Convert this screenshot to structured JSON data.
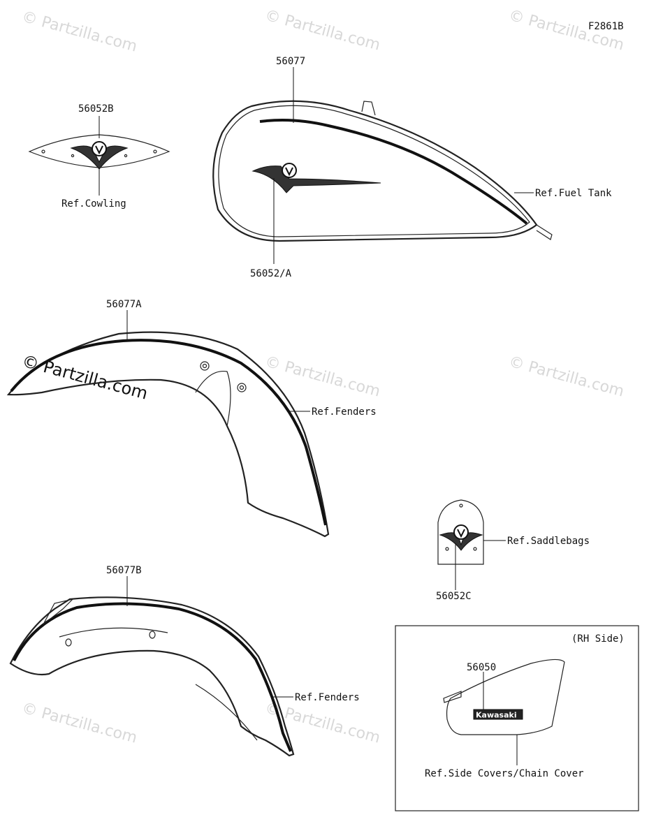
{
  "figure_code": "F2861B",
  "watermark": {
    "text": "© Partzilla.com"
  },
  "parts": {
    "cowling_emblem": {
      "part_no": "56052B",
      "ref": "Ref.Cowling"
    },
    "tank_stripe": {
      "part_no": "56077",
      "ref": "Ref.Fuel Tank"
    },
    "tank_emblem": {
      "part_no": "56052/A"
    },
    "front_fender_stripe": {
      "part_no": "56077A",
      "ref": "Ref.Fenders"
    },
    "saddlebag_emblem": {
      "part_no": "56052C",
      "ref": "Ref.Saddlebags"
    },
    "rear_fender_stripe": {
      "part_no": "56077B",
      "ref": "Ref.Fenders"
    },
    "side_cover_emblem": {
      "part_no": "56050",
      "ref": "Ref.Side Covers/Chain Cover",
      "box_note": "(RH Side)",
      "logo_text": "Kawasaki"
    }
  }
}
